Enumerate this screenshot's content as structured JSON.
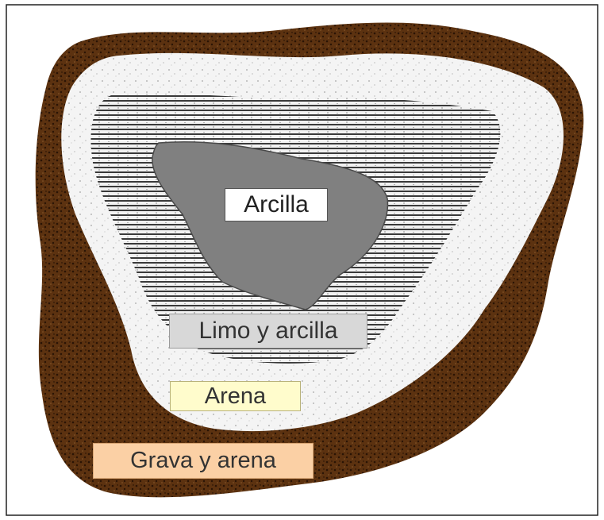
{
  "labels": {
    "clay": "Arcilla",
    "silt_clay": "Limo y arcilla",
    "sand": "Arena",
    "gravel_sand": "Grava y arena"
  },
  "colors": {
    "gravel_fill": "#5c3210",
    "gravel_speckle": "#2a1405",
    "sand_fill": "#f4f4f4",
    "sand_speckle": "#555555",
    "silt_stripes": "#3a3a3a",
    "clay_fill": "#808080",
    "frame_border": "#222222"
  }
}
